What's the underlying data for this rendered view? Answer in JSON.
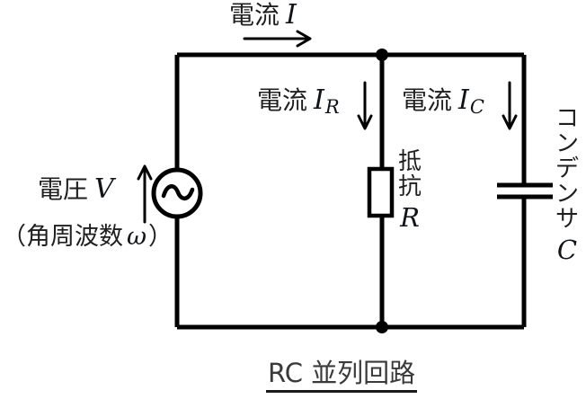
{
  "colors": {
    "wire": "#000000",
    "label_text": "#1f1f1f",
    "math_text": "#101318",
    "title_text": "#3a3a3a"
  },
  "labels": {
    "current_total": {
      "prefix": "電流",
      "symbol": "I"
    },
    "current_resistor": {
      "prefix": "電流",
      "symbol": "I",
      "subscript": "R"
    },
    "current_capacitor": {
      "prefix": "電流",
      "symbol": "I",
      "subscript": "C"
    },
    "voltage": {
      "prefix": "電圧",
      "symbol": "V"
    },
    "angular_frequency": {
      "open": "（角周波数",
      "symbol": "ω",
      "close": "）"
    },
    "resistor": {
      "name": "抵抗",
      "symbol": "R"
    },
    "capacitor": {
      "name": "コンデンサ",
      "symbol": "C"
    }
  },
  "title": "RC 並列回路"
}
